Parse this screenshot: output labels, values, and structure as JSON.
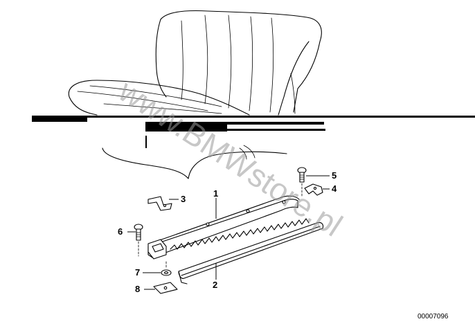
{
  "diagram": {
    "watermark": "www.BMWstore.pl",
    "image_code": "00007096",
    "callouts": [
      {
        "id": "c1",
        "label": "1"
      },
      {
        "id": "c2",
        "label": "2"
      },
      {
        "id": "c3",
        "label": "3"
      },
      {
        "id": "c4",
        "label": "4"
      },
      {
        "id": "c5",
        "label": "5"
      },
      {
        "id": "c6",
        "label": "6"
      },
      {
        "id": "c7",
        "label": "7"
      },
      {
        "id": "c8",
        "label": "8"
      }
    ]
  }
}
